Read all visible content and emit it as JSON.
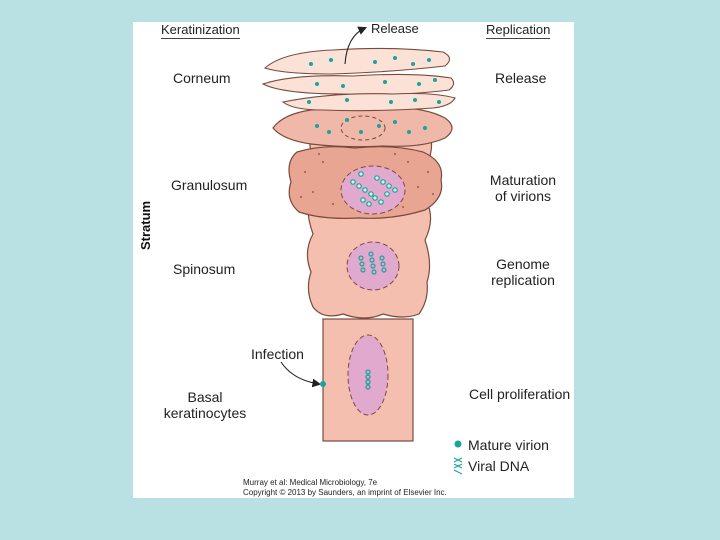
{
  "headers": {
    "left": "Keratinization",
    "right": "Replication",
    "release_top": "Release"
  },
  "axis_label": "Stratum",
  "strata": {
    "corneum": "Corneum",
    "granulosum": "Granulosum",
    "spinosum": "Spinosum",
    "basal_line1": "Basal",
    "basal_line2": "keratinocytes"
  },
  "replication": {
    "release": "Release",
    "maturation_line1": "Maturation",
    "maturation_line2": "of virions",
    "genome_line1": "Genome",
    "genome_line2": "replication",
    "proliferation": "Cell proliferation"
  },
  "infection": "Infection",
  "legend": {
    "virion": "Mature virion",
    "dna": "Viral DNA"
  },
  "credit": {
    "line1": "Murray et al: Medical Microbiology, 7e",
    "line2": "Copyright © 2013 by Saunders, an imprint of Elsevier Inc."
  },
  "colors": {
    "background": "#b9e0e2",
    "cell": "#f4bfae",
    "nucleus": "#e2a9cf",
    "virion": "#1aa39a",
    "outline": "#7a4a3e"
  }
}
